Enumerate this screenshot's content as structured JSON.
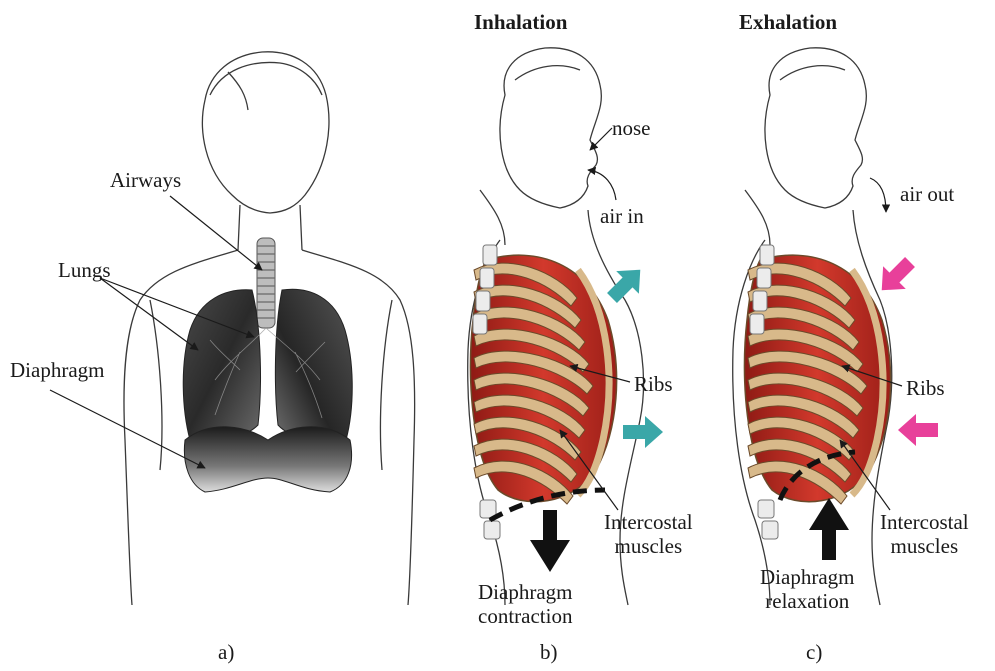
{
  "panel_a": {
    "labels": {
      "airways": "Airways",
      "lungs": "Lungs",
      "diaphragm": "Diaphragm"
    },
    "caption": "a)"
  },
  "panel_b": {
    "title": "Inhalation",
    "labels": {
      "nose": "nose",
      "air_in": "air in",
      "ribs": "Ribs",
      "intercostal_1": "Intercostal",
      "intercostal_2": "muscles",
      "diaphragm_1": "Diaphragm",
      "diaphragm_2": "contraction"
    },
    "caption": "b)"
  },
  "panel_c": {
    "title": "Exhalation",
    "labels": {
      "air_out": "air out",
      "ribs": "Ribs",
      "intercostal_1": "Intercostal",
      "intercostal_2": "muscles",
      "diaphragm_1": "Diaphragm",
      "diaphragm_2": "relaxation"
    },
    "caption": "c)"
  },
  "colors": {
    "outline": "#3a3a3a",
    "rib_bone": "#d8b98a",
    "rib_edge": "#6b4a2a",
    "muscle": "#b8261f",
    "muscle_light": "#e0584a",
    "teal_arrow": "#3aa7a8",
    "pink_arrow": "#e8409a",
    "lung_dark": "#2b2b2b",
    "lung_light": "#8a8a8a"
  }
}
